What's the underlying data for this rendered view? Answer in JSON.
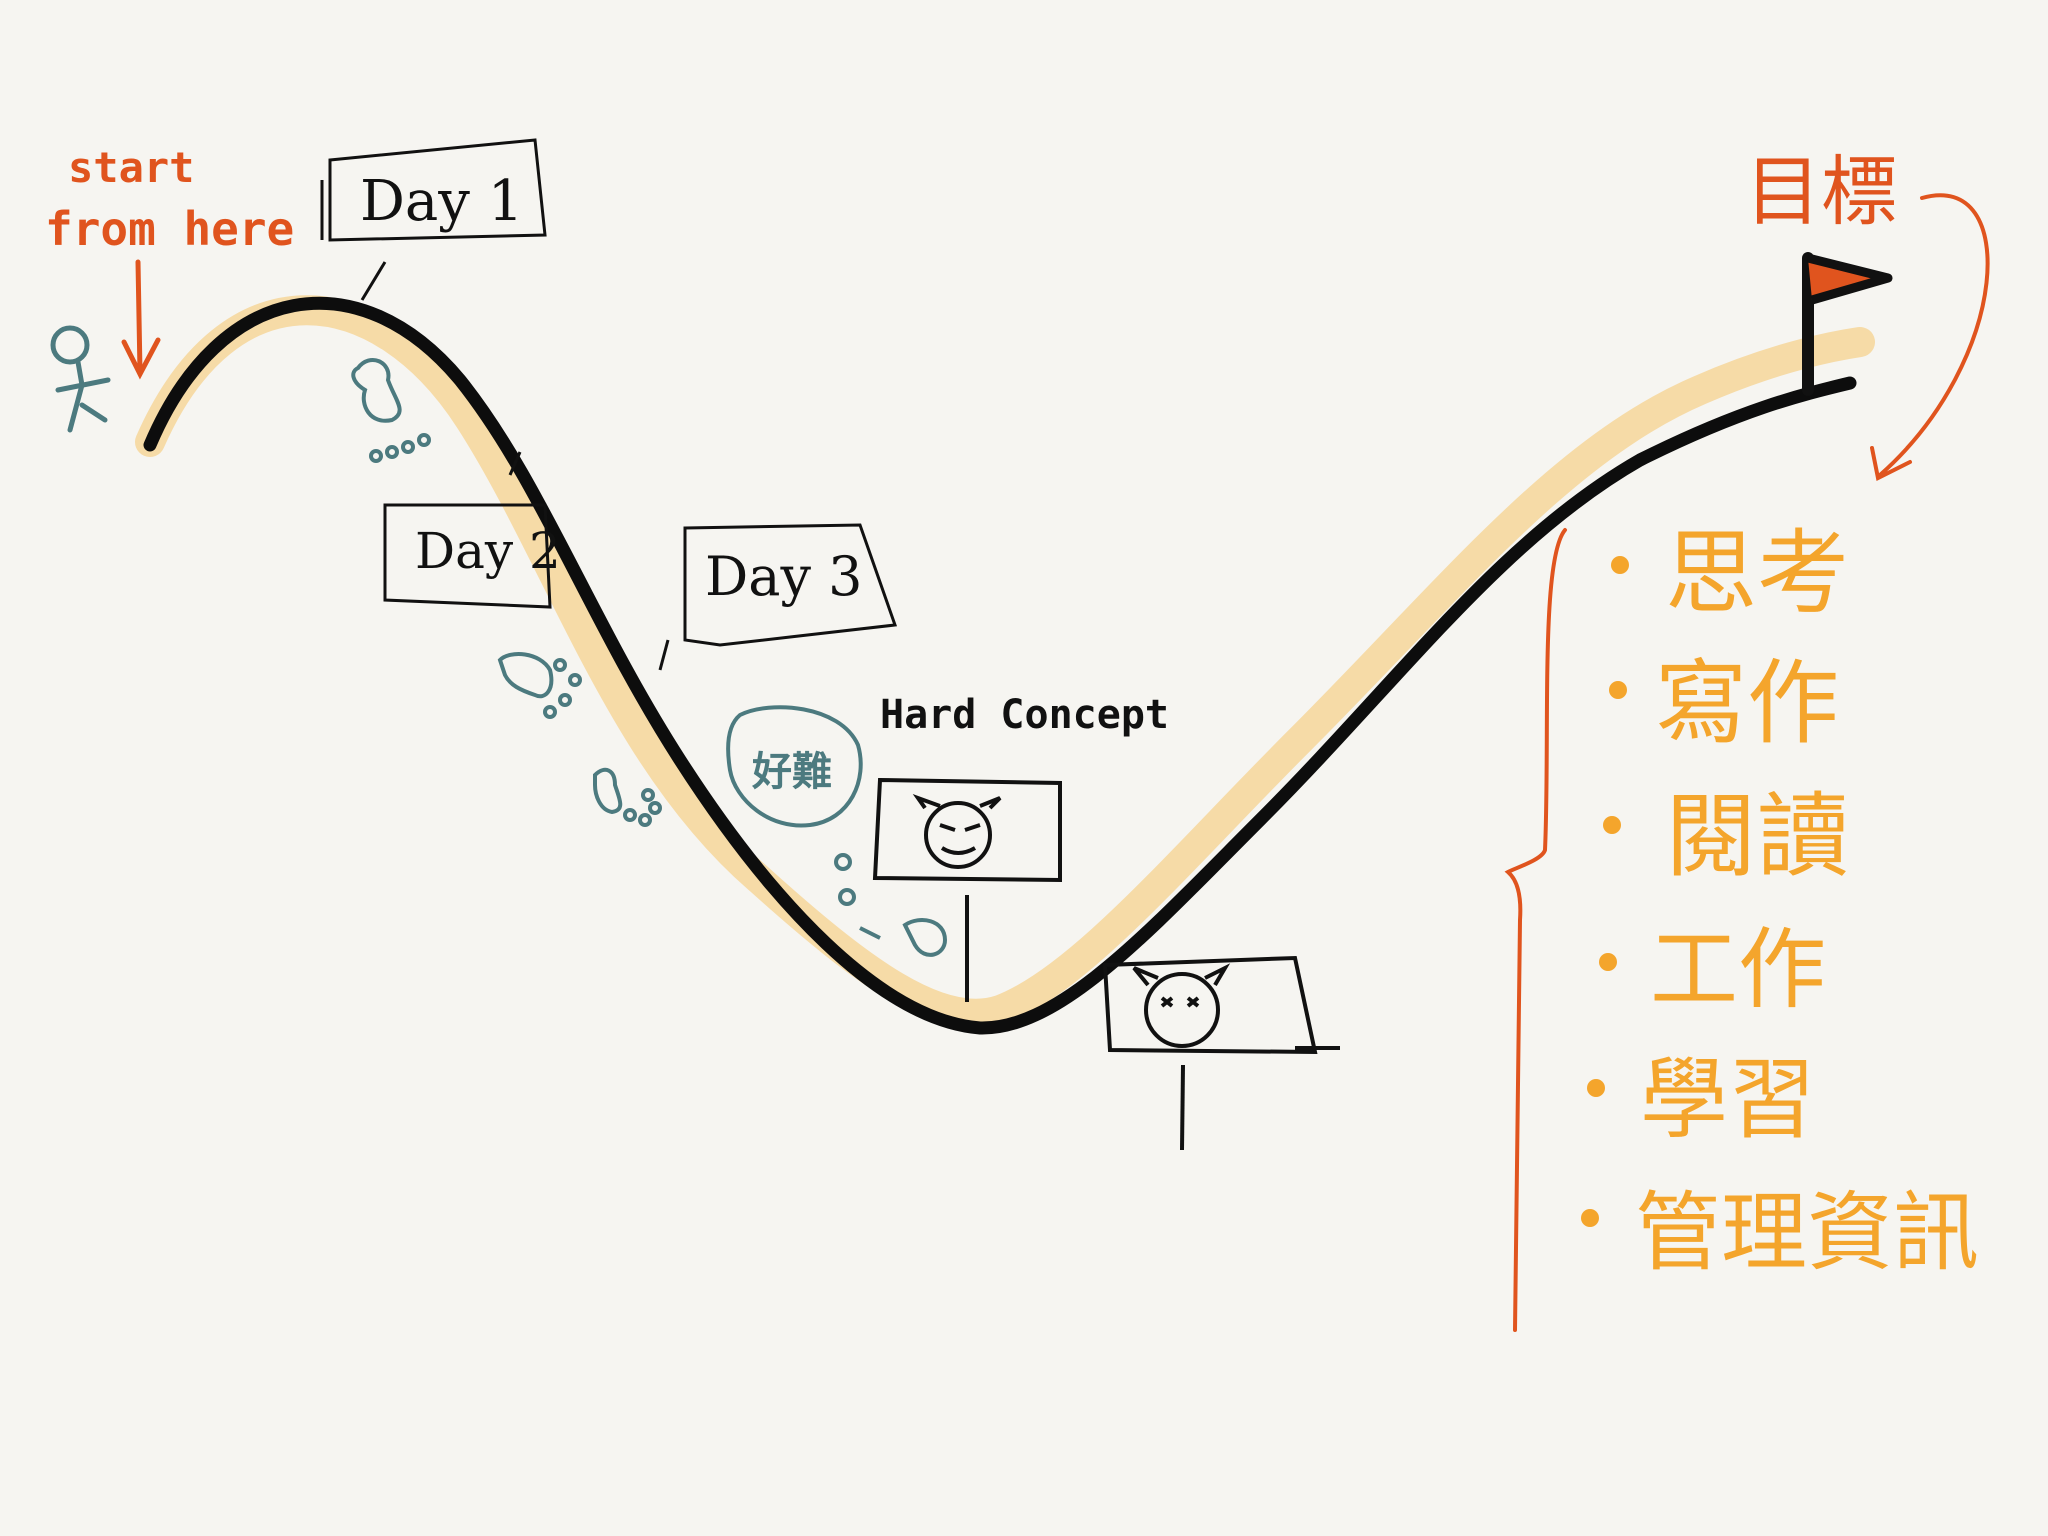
{
  "start_note": [
    "start",
    "from here"
  ],
  "goal": "目標",
  "days": [
    "Day 1",
    "Day 2",
    "Day 3"
  ],
  "hard_concept": "Hard Concept",
  "bubble_text": "好難",
  "goal_list": [
    "思考",
    "寫作",
    "閱讀",
    "工作",
    "學習",
    "管理資訊"
  ],
  "colors": {
    "curve": "#0d0d0d",
    "curve_glow": "#f6c46a",
    "accent_red": "#e0541e",
    "list_orange": "#f4a52c",
    "footprint_teal": "#4c7a7f",
    "background": "#f6f5f1"
  },
  "icons": [
    "stick-figure-icon",
    "goal-flag-icon",
    "footprint-icon",
    "monster-face-icon"
  ]
}
